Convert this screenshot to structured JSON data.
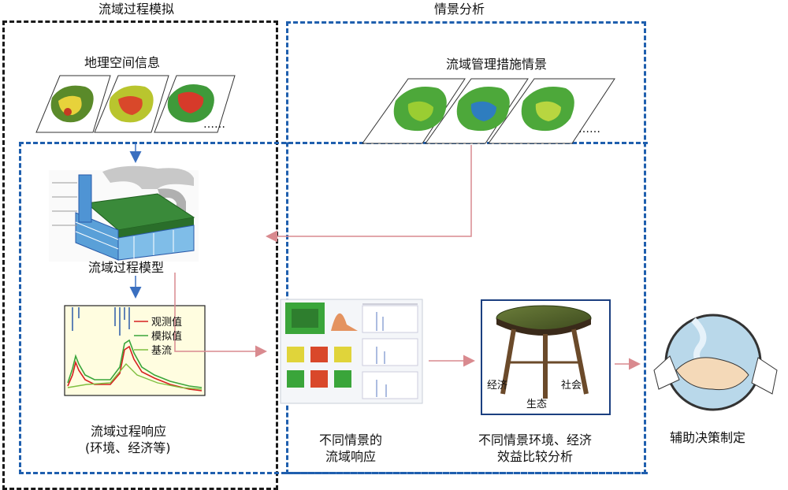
{
  "sections": {
    "watershed_simulation": "流域过程模拟",
    "scenario_analysis": "情景分析"
  },
  "labels": {
    "geo_info": "地理空间信息",
    "mgmt_scenarios": "流域管理措施情景",
    "process_model": "流域过程模型",
    "response_line1": "流域过程响应",
    "response_line2": "(环境、经济等)",
    "diff_response_line1": "不同情景的",
    "diff_response_line2": "流域响应",
    "compare_line1": "不同情景环境、经济",
    "compare_line2": "效益比较分析",
    "decision": "辅助决策制定",
    "ellipsis_left": "……",
    "ellipsis_right": "……"
  },
  "legend": {
    "observed": "观测值",
    "simulated": "模拟值",
    "baseflow": "基流"
  },
  "stool": {
    "economy": "经济",
    "society": "社会",
    "ecology": "生态"
  },
  "colors": {
    "black_box": "#1a1a1a",
    "blue_box": "#1f5fae",
    "pink_arrow": "#d98a8f",
    "blue_arrow": "#3a6fc0",
    "observed": "#d62020",
    "simulated": "#3aa53a",
    "baseflow": "#7fbf3f",
    "hyeto": "#2a5aa8"
  }
}
